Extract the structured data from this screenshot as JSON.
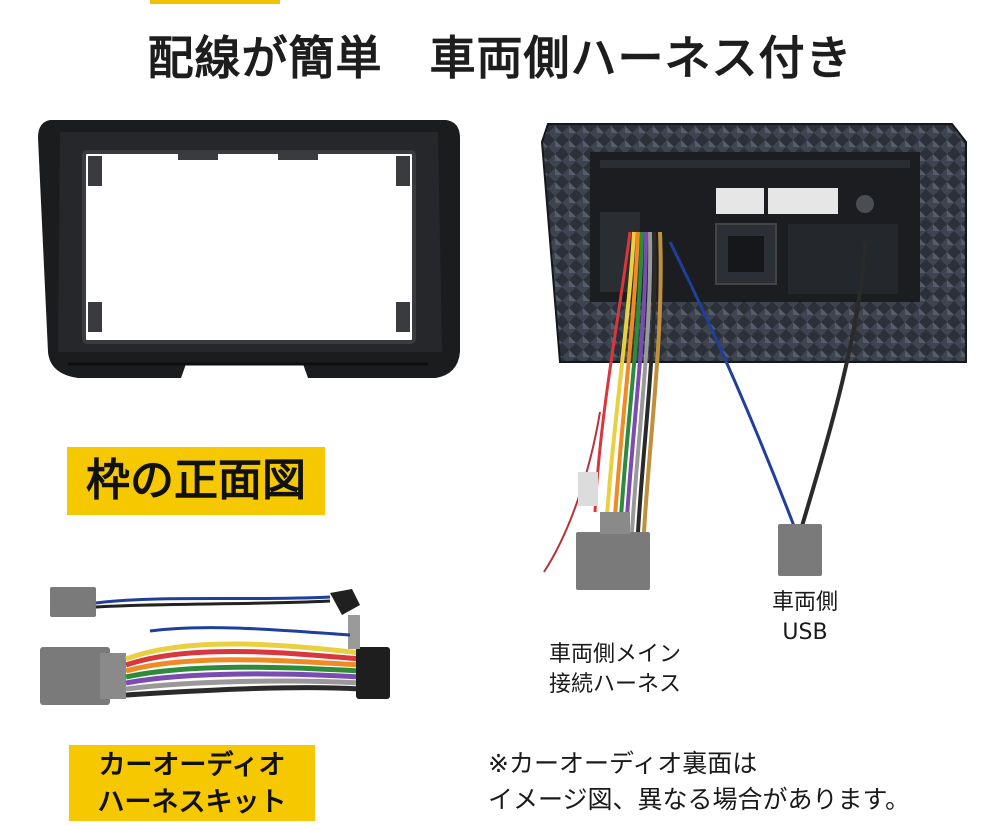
{
  "headline": "配線が簡単　車両側ハーネス付き",
  "labels": {
    "frame_front": "枠の正面図",
    "kit_line1": "カーオーディオ",
    "kit_line2": "ハーネスキット",
    "main_harness_line1": "車両側メイン",
    "main_harness_line2": "接続ハーネス",
    "usb_line1": "車両側",
    "usb_line2": "USB"
  },
  "note": {
    "line1": "※カーオーディオ裏面は",
    "line2": "イメージ図、異なる場合があります。"
  },
  "colors": {
    "accent_yellow": "#f5c800",
    "frame_black": "#1b1c1e"
  }
}
